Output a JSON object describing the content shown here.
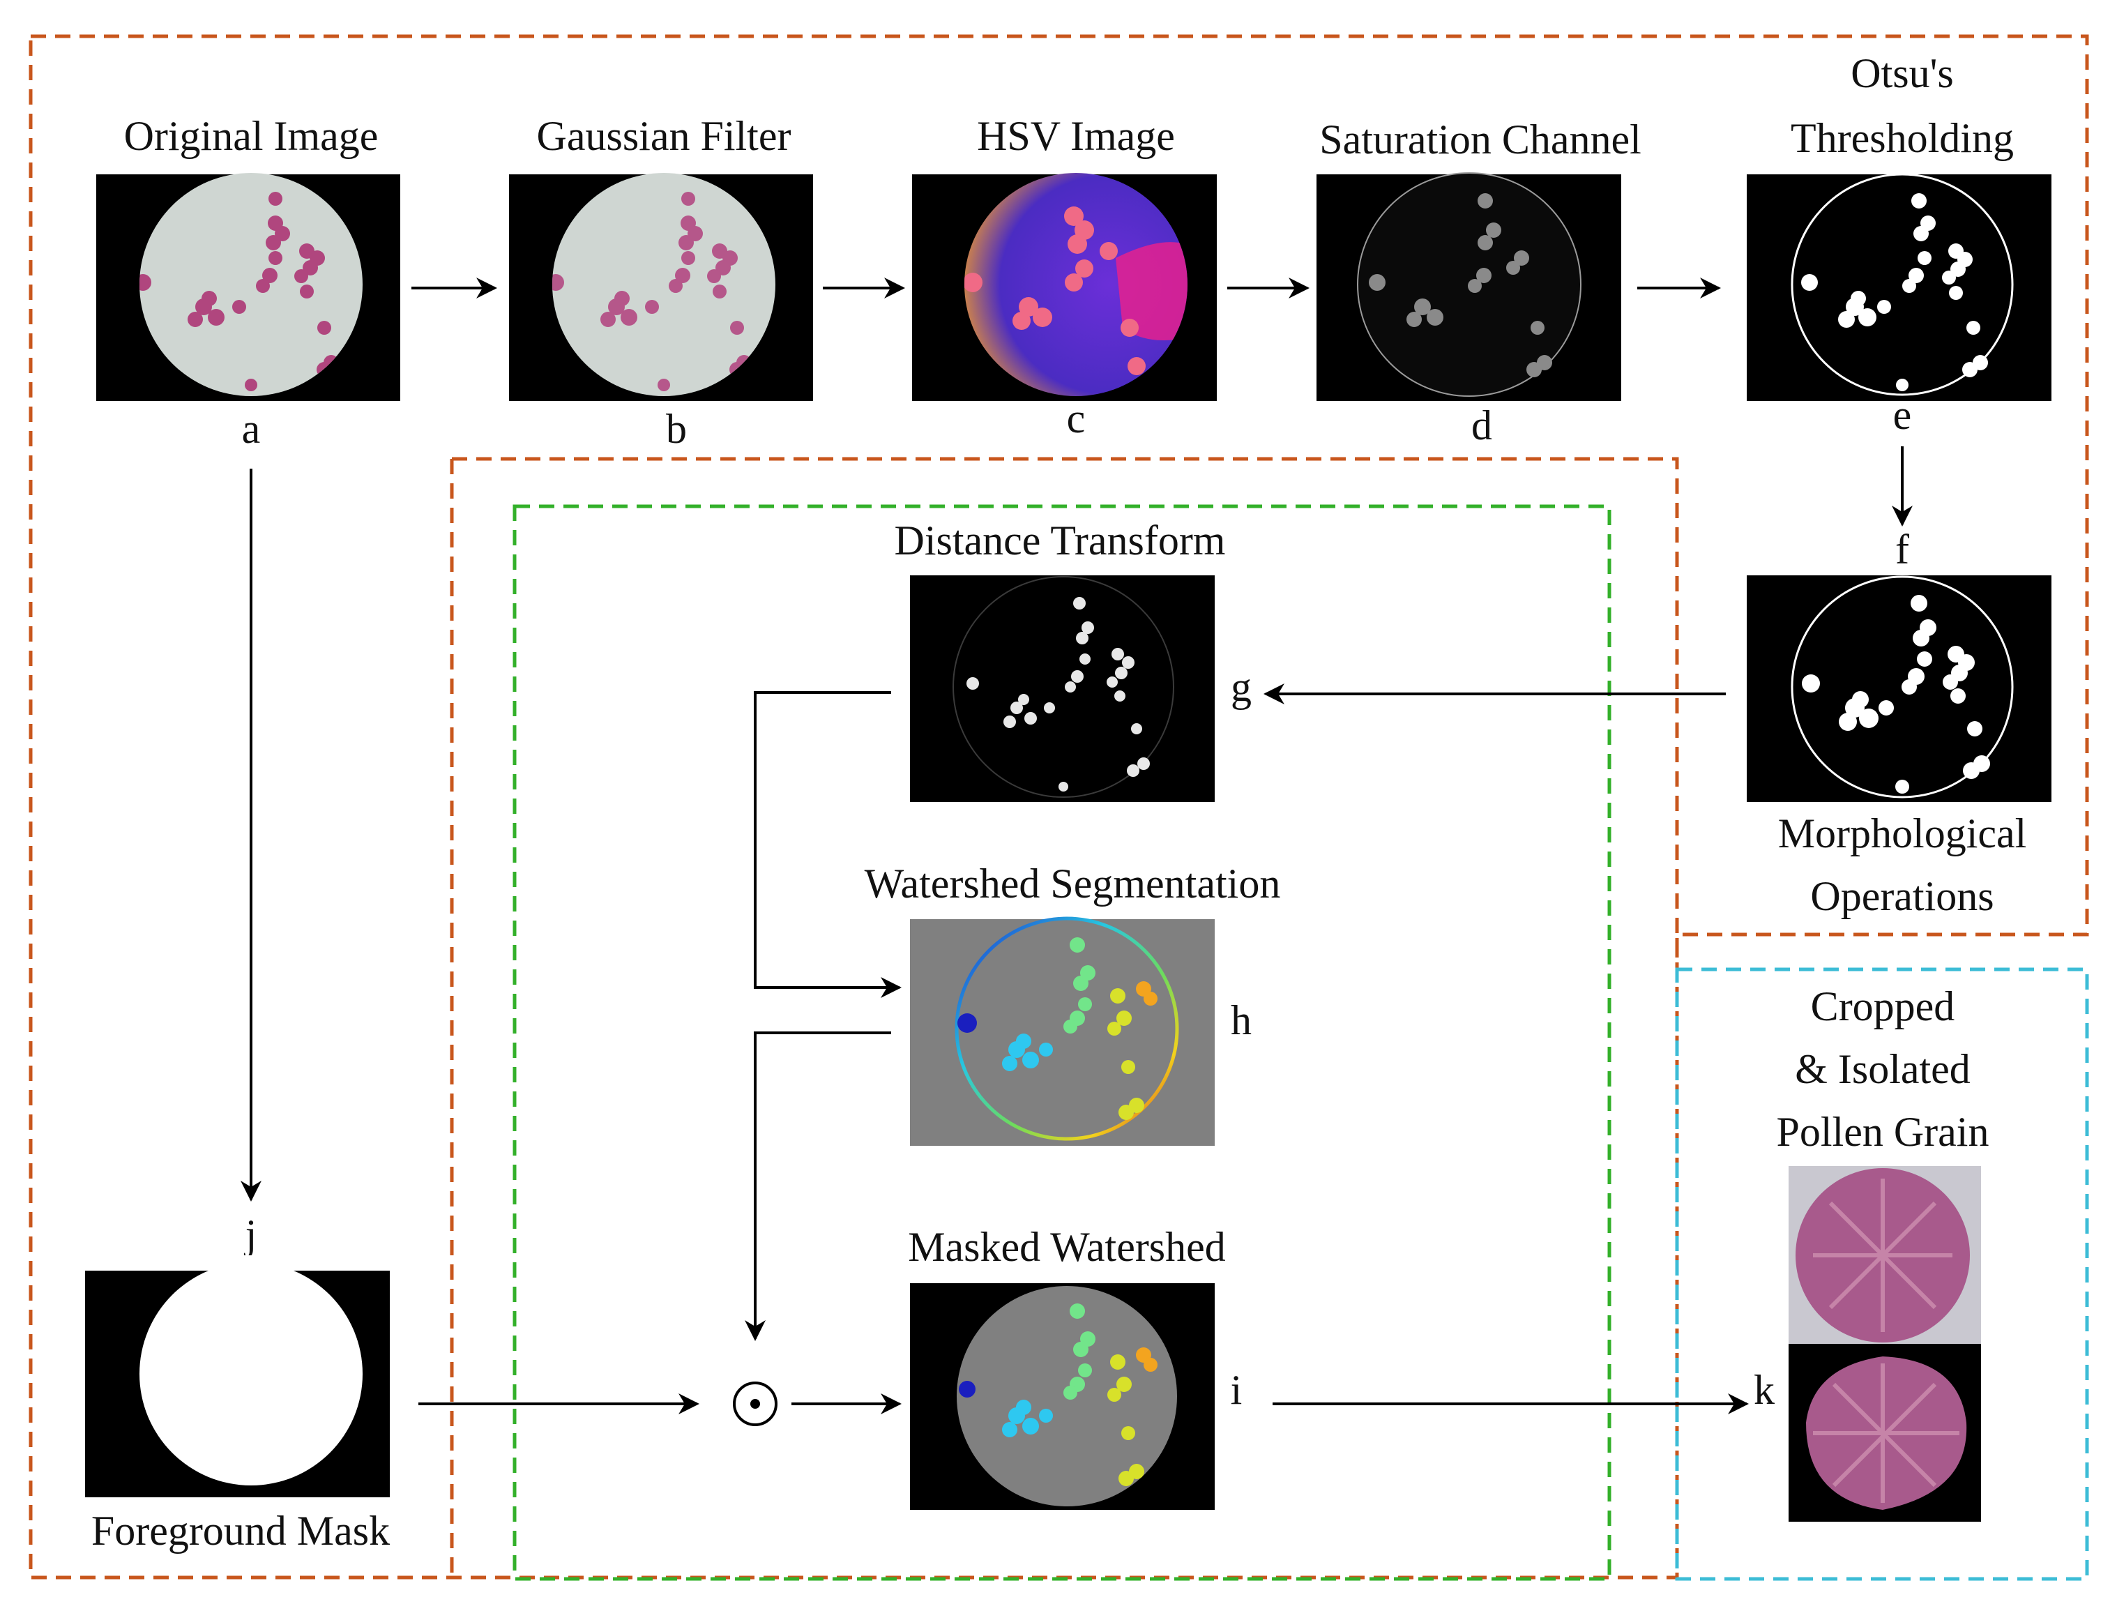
{
  "panels": {
    "original": {
      "title": "Original Image",
      "letter": "a"
    },
    "gaussian": {
      "title": "Gaussian Filter",
      "letter": "b"
    },
    "hsv": {
      "title": "HSV Image",
      "letter": "c"
    },
    "saturation": {
      "title": "Saturation Channel",
      "letter": "d"
    },
    "otsu": {
      "title_line1": "Otsu's",
      "title_line2": "Thresholding",
      "letter": "e"
    },
    "morphology": {
      "title_line1": "Morphological",
      "title_line2": "Operations",
      "letter": "f"
    },
    "distance": {
      "title": "Distance Transform",
      "letter": "g"
    },
    "watershed": {
      "title": "Watershed Segmentation",
      "letter": "h"
    },
    "masked": {
      "title": "Masked Watershed",
      "letter": "i"
    },
    "mask": {
      "title": "Foreground Mask",
      "letter": "j"
    },
    "cropped": {
      "title_line1": "Cropped",
      "title_line2": "& Isolated",
      "title_line3": "Pollen Grain",
      "letter": "k"
    }
  },
  "operator_symbol": "⊙",
  "colors": {
    "outer_box": "#c8561c",
    "green_box": "#33b02a",
    "cyan_box": "#3cbcd6",
    "pollen": "#b0467e",
    "slide_bg": "#cfd6d2",
    "watershed_bg": "#808080"
  }
}
